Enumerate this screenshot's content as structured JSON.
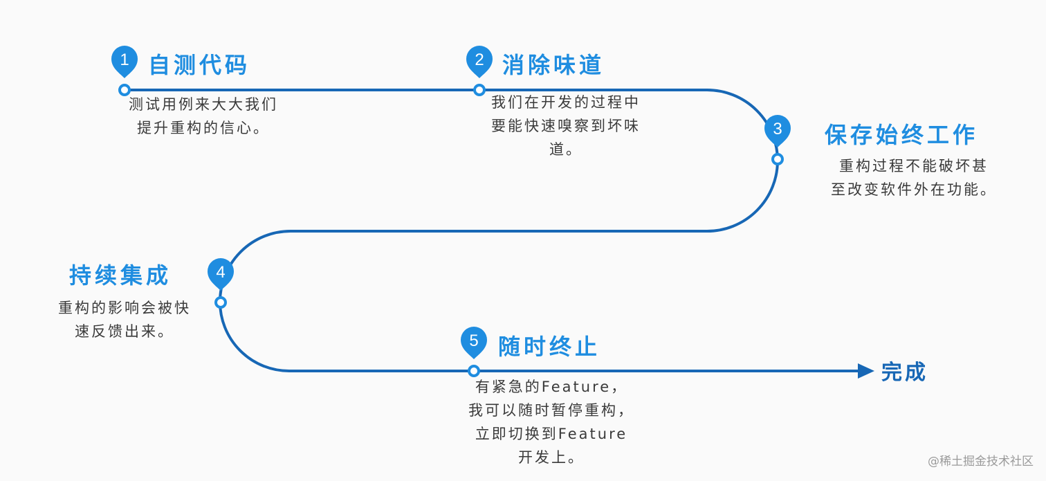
{
  "steps": [
    {
      "number": "1",
      "title": "自测代码",
      "desc": [
        "测试用例来大大我们",
        "提升重构的信心。"
      ]
    },
    {
      "number": "2",
      "title": "消除味道",
      "desc": [
        "我们在开发的过程中",
        "要能快速嗅察到坏味",
        "道。"
      ]
    },
    {
      "number": "3",
      "title": "保存始终工作",
      "desc": [
        "重构过程不能破坏甚",
        "至改变软件外在功能。"
      ]
    },
    {
      "number": "4",
      "title": "持续集成",
      "desc": [
        "重构的影响会被快",
        "速反馈出来。"
      ]
    },
    {
      "number": "5",
      "title": "随时终止",
      "desc": [
        "有紧急的Feature，",
        "我可以随时暂停重构，",
        "立即切换到Feature",
        "开发上。"
      ]
    }
  ],
  "finish_label": "完成",
  "watermark": "@稀土掘金技术社区",
  "colors": {
    "path": "#1767b5",
    "marker": "#1f8de0",
    "title": "#1f8de0",
    "text": "#3a3a3a"
  },
  "icons": [
    "map-pin-icon",
    "arrow-right-icon"
  ]
}
